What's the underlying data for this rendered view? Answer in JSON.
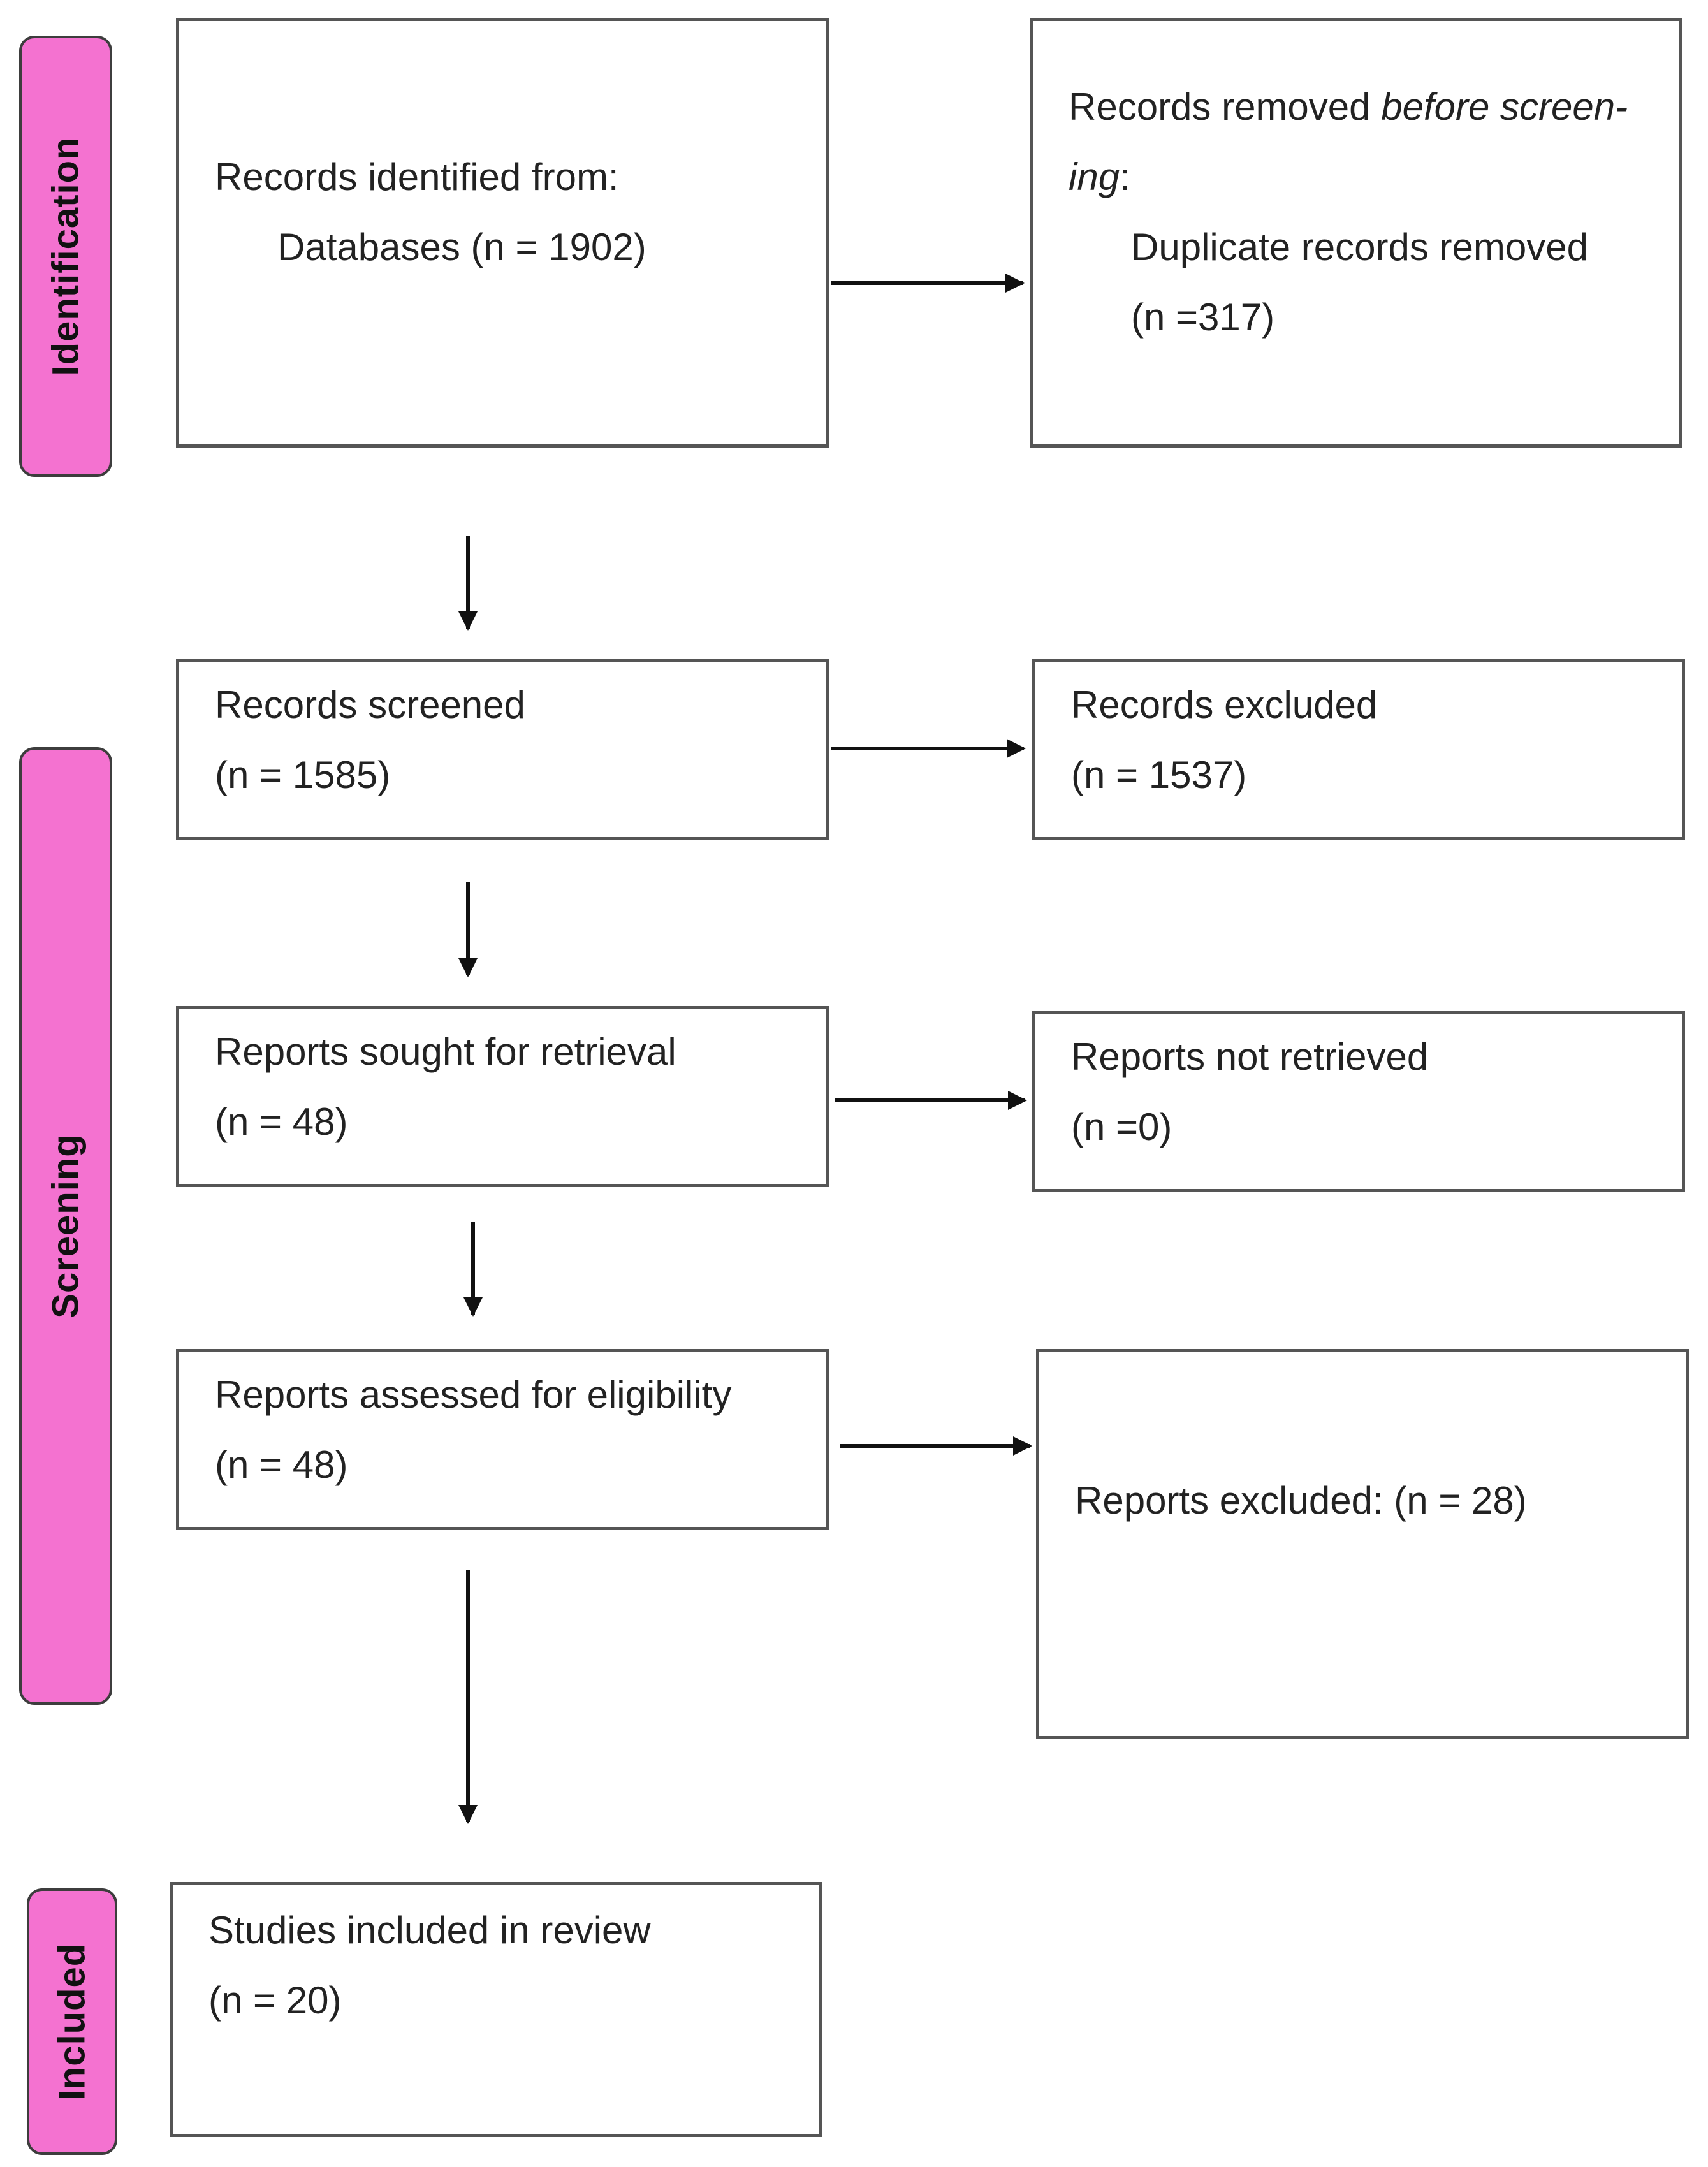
{
  "stages": {
    "identification": "Identification",
    "screening": "Screening",
    "included": "Included"
  },
  "boxes": {
    "records_identified": {
      "title": "Records identified from:",
      "detail": "Databases (n = 1902)"
    },
    "records_removed": {
      "title_prefix": "Records removed ",
      "title_emph_1": "before screen-",
      "title_emph_2": "ing",
      "title_suffix": ":",
      "detail": "Duplicate records removed",
      "count": "(n =317)"
    },
    "records_screened": {
      "title": "Records screened",
      "count": "(n = 1585)"
    },
    "records_excluded": {
      "title": "Records excluded",
      "count": "(n = 1537)"
    },
    "reports_sought": {
      "title": "Reports sought for retrieval",
      "count": "(n = 48)"
    },
    "reports_not_retrieved": {
      "title": "Reports not retrieved",
      "count": "(n =0)"
    },
    "reports_assessed": {
      "title": "Reports assessed for eligibility",
      "count": "(n = 48)"
    },
    "reports_excluded": {
      "title": "Reports excluded: (n = 28)"
    },
    "studies_included": {
      "title": "Studies included in review",
      "count": "(n = 20)"
    }
  },
  "colors": {
    "stage_fill": "#f472d0",
    "box_border": "#555555",
    "arrow": "#111111"
  }
}
